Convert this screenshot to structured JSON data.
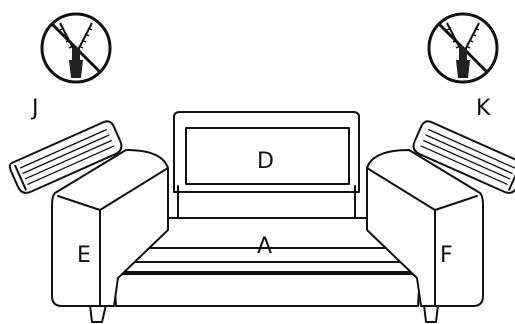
{
  "labels": {
    "seat": "A",
    "backrest": "D",
    "left_arm": "E",
    "right_arm": "F",
    "left_headrest": "J",
    "right_headrest": "K"
  },
  "icons": {
    "left": "no-zipper-icon",
    "right": "no-zipper-icon"
  }
}
